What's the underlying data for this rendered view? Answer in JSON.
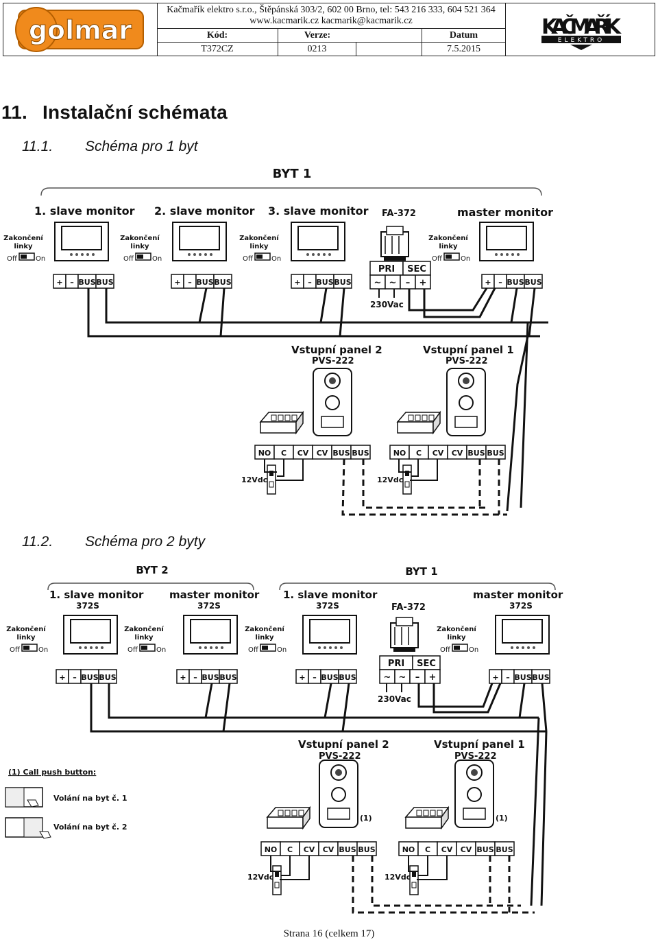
{
  "header": {
    "company_line": "Kačmařík elektro s.r.o., Štěpánská 303/2, 602 00  Brno, tel: 543 216 333, 604 521 364",
    "web_line": "www.kacmarik.cz    kacmarik@kacmarik.cz",
    "col_kod": "Kód:",
    "col_verze": "Verze:",
    "col_datum": "Datum",
    "kod": "T372CZ",
    "verze": "0213",
    "datum": "7.5.2015",
    "golmar_logo": "golmar",
    "kacmarik_logo": "KAČMAŘÍK",
    "kacmarik_sub": "ELEKTRO"
  },
  "section": {
    "num": "11.",
    "title": "Instalační schémata"
  },
  "sub1": {
    "num": "11.1.",
    "title": "Schéma pro 1 byt"
  },
  "sub2": {
    "num": "11.2.",
    "title": "Schéma pro 2 byty"
  },
  "d1": {
    "byt": "BYT 1",
    "m1": "1. slave monitor",
    "m2": "2. slave monitor",
    "m3": "3. slave monitor",
    "fa": "FA-372",
    "master": "master monitor",
    "term": "Zakončení",
    "term2": "linky",
    "off": "Off",
    "on": "On",
    "plus": "+",
    "minus": "–",
    "bus": "BUS",
    "pri": "PRI",
    "sec": "SEC",
    "tilde": "~",
    "vac": "230Vac",
    "vp2": "Vstupní panel 2",
    "vp1": "Vstupní panel 1",
    "pvs": "PVS-222",
    "no": "NO",
    "c": "C",
    "cv": "CV",
    "vdc": "12Vdc."
  },
  "d2": {
    "byt2": "BYT 2",
    "byt1": "BYT 1",
    "m1": "1. slave monitor",
    "master": "master monitor",
    "model": "372S",
    "fa": "FA-372",
    "call": "(1) Call push button:",
    "call1": "Volání na byt č. 1",
    "call2": "Volání na byt č. 2",
    "mark": "(1)"
  },
  "footer": "Strana 16 (celkem 17)",
  "colors": {
    "golmar_orange": "#f08a1c",
    "line": "#111111"
  }
}
